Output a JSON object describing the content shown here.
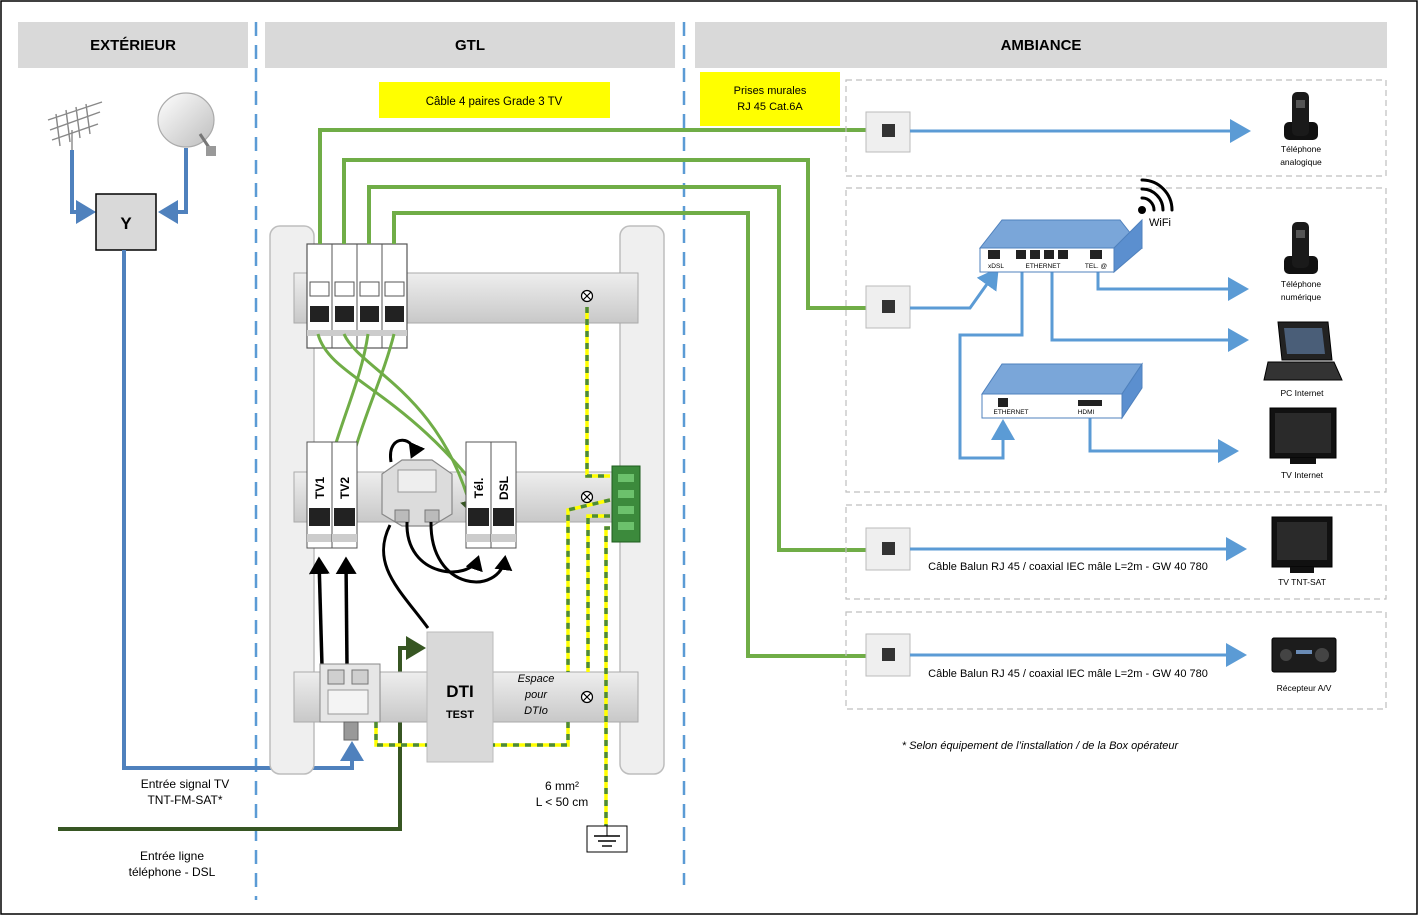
{
  "headers": {
    "exterieur": "EXTÉRIEUR",
    "gtl": "GTL",
    "ambiance": "AMBIANCE"
  },
  "labels": {
    "cable_4_paires": "Câble 4 paires Grade 3 TV",
    "prises_line1": "Prises murales",
    "prises_line2": "RJ 45 Cat.6A",
    "splitter": "Y",
    "entree_tv_line1": "Entrée signal TV",
    "entree_tv_line2": "TNT-FM-SAT*",
    "entree_ligne_line1": "Entrée ligne",
    "entree_ligne_line2": "téléphone - DSL",
    "dti": "DTI",
    "dti_test": "TEST",
    "espace_line1": "Espace",
    "espace_line2": "pour",
    "espace_line3": "DTIo",
    "section_line1": "6 mm²",
    "section_line2": "L < 50 cm",
    "module_tv1": "TV1",
    "module_tv2": "TV2",
    "module_tel": "Tél.",
    "module_dsl": "DSL",
    "wifi": "WiFi",
    "router_ports": {
      "xdsl": "xDSL",
      "ethernet": "ETHERNET",
      "tel": "TEL. @"
    },
    "decoder_ports": {
      "ethernet": "ETHERNET",
      "hdmi": "HDMI"
    },
    "cable_balun_1": "Câble Balun RJ 45 / coaxial IEC mâle L=2m - GW 40 780",
    "cable_balun_2": "Câble Balun RJ 45 / coaxial IEC mâle L=2m - GW 40 780",
    "footnote": "* Selon équipement de l’installation / de la Box opérateur"
  },
  "devices": {
    "tel_analog_line1": "Téléphone",
    "tel_analog_line2": "analogique",
    "tel_num_line1": "Téléphone",
    "tel_num_line2": "numérique",
    "pc": "PC Internet",
    "tv_internet": "TV Internet",
    "tv_tnt": "TV TNT-SAT",
    "recepteur": "Récepteur A/V"
  },
  "colors": {
    "header_bg": "#d9d9d9",
    "note_bg": "#ffff00",
    "cable_green": "#70ad47",
    "tel_line_green": "#375623",
    "coax_blue": "#4f81bd",
    "network_blue": "#5b9bd5",
    "divider_blue": "#5b9bd5",
    "earth_yellow": "#ffff00",
    "earth_green": "#4d8a3a"
  }
}
